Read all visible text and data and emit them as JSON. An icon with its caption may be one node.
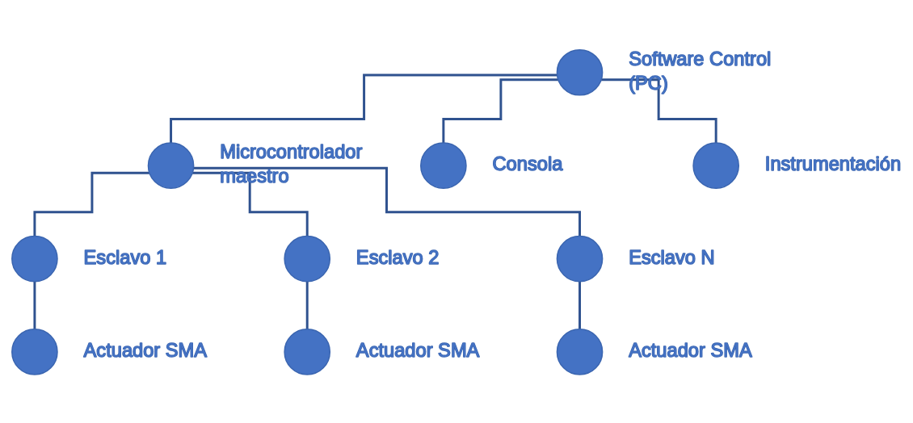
{
  "diagram": {
    "nodes": [
      {
        "text": [],
        "shape": "circle",
        "beside": [
          "Software Control (PC)"
        ]
      },
      {
        "text": [],
        "shape": "circle",
        "beside": [
          "Microcontrolador maestro"
        ]
      },
      {
        "text": [],
        "shape": "circle",
        "beside": [
          "Consola"
        ]
      },
      {
        "text": [],
        "shape": "circle",
        "beside": [
          "Instrumentación"
        ]
      },
      {
        "text": [],
        "shape": "circle",
        "beside": [
          "Esclavo 1"
        ]
      },
      {
        "text": [],
        "shape": "circle",
        "beside": [
          "Esclavo 2"
        ]
      },
      {
        "text": [],
        "shape": "circle",
        "beside": [
          "Esclavo N"
        ]
      },
      {
        "text": [],
        "shape": "circle",
        "beside": [
          "Actuador SMA"
        ]
      },
      {
        "text": [],
        "shape": "circle",
        "beside": [
          "Actuador SMA"
        ]
      },
      {
        "text": [],
        "shape": "circle",
        "beside": [
          "Actuador SMA"
        ]
      }
    ],
    "edges": [
      {
        "from": 0,
        "to": 1,
        "arrow": "none"
      },
      {
        "from": 0,
        "to": 2,
        "arrow": "none"
      },
      {
        "from": 0,
        "to": 3,
        "arrow": "none"
      },
      {
        "from": 1,
        "to": 4,
        "arrow": "none"
      },
      {
        "from": 1,
        "to": 5,
        "arrow": "none"
      },
      {
        "from": 1,
        "to": 6,
        "arrow": "none"
      },
      {
        "from": 4,
        "to": 7,
        "arrow": "none"
      },
      {
        "from": 5,
        "to": 8,
        "arrow": "none"
      },
      {
        "from": 6,
        "to": 9,
        "arrow": "none"
      }
    ]
  }
}
